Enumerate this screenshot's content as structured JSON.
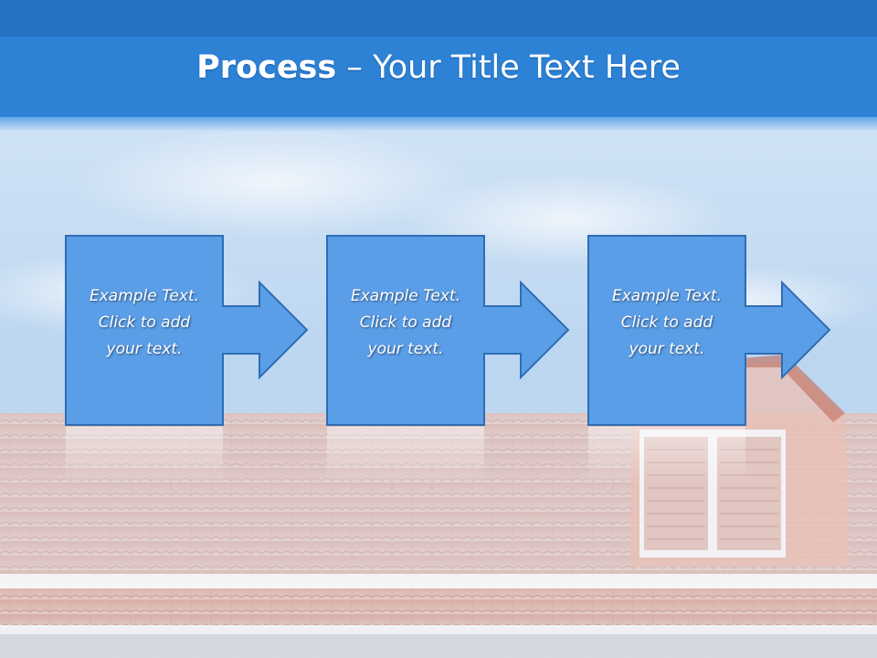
{
  "slide": {
    "title_bold": "Process",
    "title_rest": " – Your Title Text Here",
    "colors": {
      "header_blue": "#2a7fd4",
      "sky": "#c5ddf3",
      "roof": "#c98a7c",
      "box_fill": "#5b9ee8",
      "box_stroke": "#2f6db3"
    }
  },
  "steps": [
    {
      "lines": [
        "Example Text.",
        "Click  to add",
        "your text."
      ]
    },
    {
      "lines": [
        "Example Text.",
        "Click  to add",
        "your text."
      ]
    },
    {
      "lines": [
        "Example Text.",
        "Click  to add",
        "your text."
      ]
    }
  ]
}
